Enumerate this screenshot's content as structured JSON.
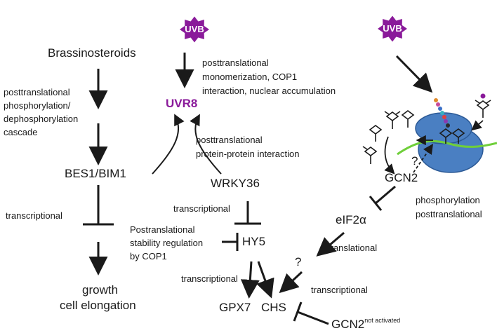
{
  "uvb_label": "UVB",
  "left": {
    "brassinosteroids": "Brassinosteroids",
    "cascade_note": [
      "posttranslational",
      "phosphorylation/",
      "dephosphorylation",
      "cascade"
    ],
    "bes1_bim1": "BES1/BIM1",
    "transcriptional": "transcriptional",
    "growth": "growth",
    "cell_elongation": "cell elongation"
  },
  "middle": {
    "uvr8": "UVR8",
    "monomerization_note": [
      "posttranslational",
      "monomerization, COP1",
      "interaction, nuclear accumulation"
    ],
    "ppi_note": [
      "posttranslational",
      "protein-protein interaction"
    ],
    "wrky36": "WRKY36",
    "transcriptional_wrky": "transcriptional",
    "cop1_note": [
      "Postranslational",
      "stability regulation",
      "by COP1"
    ],
    "hy5": "HY5",
    "transcriptional_hy5": "transcriptional",
    "gpx7": "GPX7",
    "chs": "CHS"
  },
  "right": {
    "question_ribosome": "?",
    "gcn2": "GCN2",
    "phos_note": [
      "phosphorylation",
      "posttranslational"
    ],
    "eif2a": "eIF2α",
    "translational": "translational",
    "question_mid": "?",
    "transcriptional": "transcriptional",
    "gcn2_inactive": "GCN2",
    "not_activated": "not activated"
  },
  "colors": {
    "uvb_star": "#8a1a9a",
    "uvr8_text": "#8a1a9a",
    "ribosome": "#4a7fc2",
    "mrna": "#6fcf3a",
    "arrows": "#1a1a1a"
  }
}
